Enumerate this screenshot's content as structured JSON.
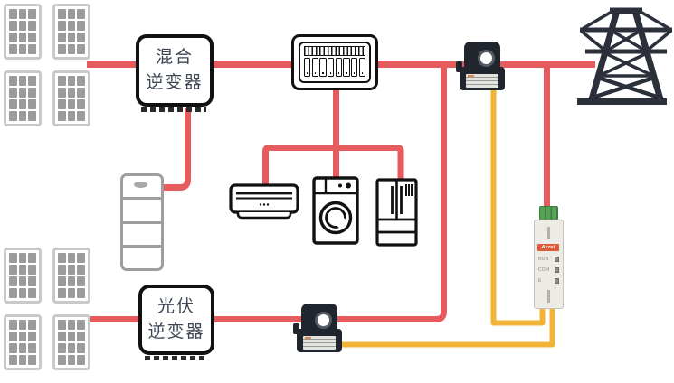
{
  "colors": {
    "wire_main": "#e65c5e",
    "wire_ct": "#f2b437",
    "outline": "#111111",
    "tower": "#2b303b",
    "panel_cell": "#9b9b9b",
    "panel_frame": "#c9c9c9",
    "battery_outline": "#9e9e9e",
    "ct_body": "#20252e",
    "meter_body": "#edebe5",
    "meter_connector": "#55a257",
    "meter_brand_bg": "#dd5b3b",
    "label_text": "#3d4654"
  },
  "counts": {
    "panels_per_array": 4,
    "panel_cells": 12,
    "breaker_switches": 8,
    "battery_sections": 4
  },
  "devices": {
    "hybrid_inverter": {
      "line1": "混合",
      "line2": "逆变器"
    },
    "pv_inverter": {
      "line1": "光伏",
      "line2": "逆变器"
    },
    "meter": {
      "brand": "Acrel",
      "leds": [
        {
          "label": "RUN"
        },
        {
          "label": "COM"
        },
        {
          "label": "E"
        }
      ]
    }
  }
}
